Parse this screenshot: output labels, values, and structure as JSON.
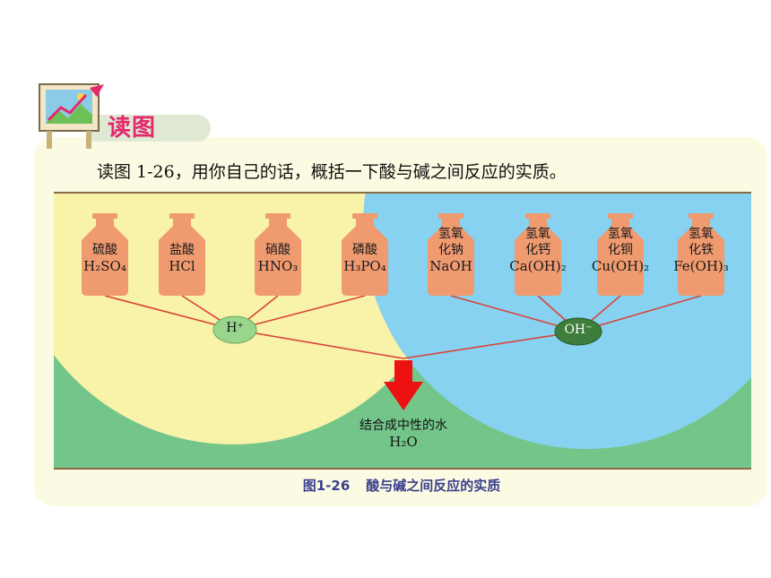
{
  "header": {
    "section_title": "读图",
    "instruction": "读图 1-26，用你自己的话，概括一下酸与碱之间反应的实质。"
  },
  "diagram": {
    "acids": [
      {
        "name": "硫酸",
        "formula": "H₂SO₄"
      },
      {
        "name": "盐酸",
        "formula": "HCl"
      },
      {
        "name": "硝酸",
        "formula": "HNO₃"
      },
      {
        "name": "磷酸",
        "formula": "H₃PO₄"
      }
    ],
    "bases": [
      {
        "name_line1": "氢氧",
        "name_line2": "化钠",
        "formula": "NaOH"
      },
      {
        "name_line1": "氢氧",
        "name_line2": "化钙",
        "formula": "Ca(OH)₂"
      },
      {
        "name_line1": "氢氧",
        "name_line2": "化铜",
        "formula": "Cu(OH)₂"
      },
      {
        "name_line1": "氢氧",
        "name_line2": "化铁",
        "formula": "Fe(OH)₃"
      }
    ],
    "acid_ion": "H⁺",
    "base_ion": "OH⁻",
    "result_name": "结合成中性的水",
    "result_formula": "H₂O",
    "colors": {
      "acid_region": "#f8f3a8",
      "base_region": "#86d2f0",
      "neutral_region": "#74c58a",
      "bottle": "#f09a70",
      "line": "#d9443a",
      "arrow": "#ee1111",
      "acid_ion": "#9ad58e",
      "base_ion": "#3e7d3b"
    }
  },
  "caption": {
    "number": "图1-26",
    "title": "酸与碱之间反应的实质"
  }
}
